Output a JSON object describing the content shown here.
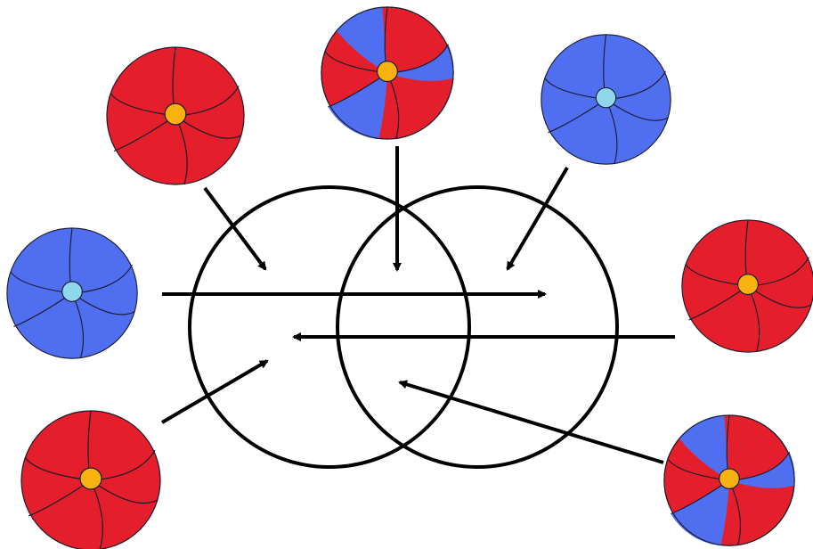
{
  "diagram": {
    "type": "venn-sorting",
    "sets": [
      "left-circle",
      "right-circle"
    ],
    "colors": {
      "red": "#e41e2a",
      "blue": "#4f6ff0",
      "yellow_valve": "#f7b20f",
      "light_blue_valve": "#8fd7ea",
      "seam": "#1a1a2e",
      "line": "#000000"
    },
    "balls": [
      {
        "id": "ball-red-top-left",
        "pattern": "solid",
        "color": "red",
        "valve": "yellow",
        "region": "left-only"
      },
      {
        "id": "ball-striped-top",
        "pattern": "striped",
        "color": "red-blue",
        "valve": "yellow",
        "region": "intersection"
      },
      {
        "id": "ball-blue-top-right",
        "pattern": "solid",
        "color": "blue",
        "valve": "light-blue",
        "region": "right-only"
      },
      {
        "id": "ball-blue-left",
        "pattern": "solid",
        "color": "blue",
        "valve": "light-blue",
        "region": "right-only"
      },
      {
        "id": "ball-red-right",
        "pattern": "solid",
        "color": "red",
        "valve": "yellow",
        "region": "left-only"
      },
      {
        "id": "ball-red-bottom-left",
        "pattern": "solid",
        "color": "red",
        "valve": "yellow",
        "region": "left-only"
      },
      {
        "id": "ball-striped-bottom-right",
        "pattern": "striped",
        "color": "red-blue",
        "valve": "yellow",
        "region": "intersection"
      }
    ]
  }
}
